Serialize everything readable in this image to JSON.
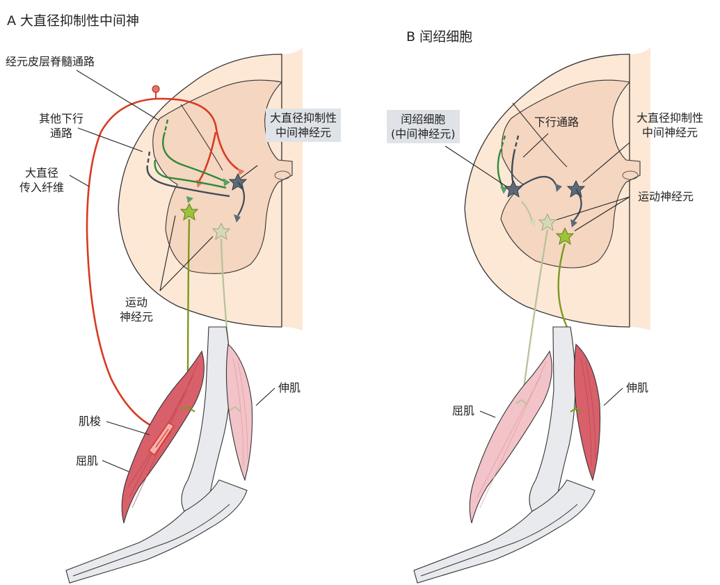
{
  "panel_a": {
    "title": "A  大直径抑制性中间神",
    "labels": {
      "corticospinal": "经元皮层脊髓通路",
      "other_descending_1": "其他下行",
      "other_descending_2": "通路",
      "large_afferent_1": "大直径",
      "large_afferent_2": "传入纤维",
      "inhibitory_box_1": "大直径抑制性",
      "inhibitory_box_2": "中间神经元",
      "motor_neuron_1": "运动",
      "motor_neuron_2": "神经元",
      "spindle": "肌梭",
      "flexor": "屈肌",
      "extensor": "伸肌"
    }
  },
  "panel_b": {
    "title": "B  闰绍细胞",
    "labels": {
      "renshaw_box_1": "闰绍细胞",
      "renshaw_box_2": "(中间神经元)",
      "descending": "下行通路",
      "inhibitory_1": "大直径抑制性",
      "inhibitory_2": "中间神经元",
      "motor_neuron": "运动神经元",
      "flexor": "屈肌",
      "extensor": "伸肌"
    }
  },
  "colors": {
    "spinal_outer": "#fde8d6",
    "spinal_grey": "#f5d6c0",
    "afferent_red": "#d93a22",
    "descending_green": "#2e8a3a",
    "interneuron_slate": "#3e4b57",
    "motor_olive": "#7a9a1e",
    "motor_pale": "#b9c49a",
    "flexor_muscle": "#d8606a",
    "extensor_pale": "#f2c3c8",
    "bone": "#e9eaee"
  }
}
